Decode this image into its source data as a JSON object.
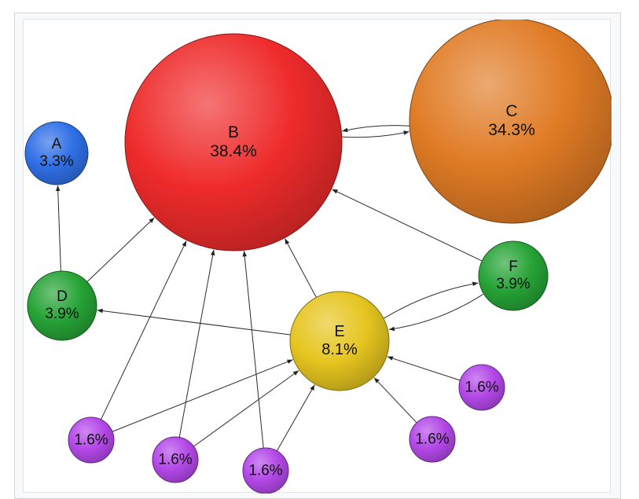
{
  "nodes": [
    {
      "id": "A",
      "label": "A",
      "value": "3.3%",
      "color": "#2f6fe6"
    },
    {
      "id": "B",
      "label": "B",
      "value": "38.4%",
      "color": "#ef2b2b"
    },
    {
      "id": "C",
      "label": "C",
      "value": "34.3%",
      "color": "#e07b25"
    },
    {
      "id": "D",
      "label": "D",
      "value": "3.9%",
      "color": "#26a336"
    },
    {
      "id": "E",
      "label": "E",
      "value": "8.1%",
      "color": "#e6c51f"
    },
    {
      "id": "F",
      "label": "F",
      "value": "3.9%",
      "color": "#26a336"
    },
    {
      "id": "P1",
      "label": "",
      "value": "1.6%",
      "color": "#b348e8"
    },
    {
      "id": "P2",
      "label": "",
      "value": "1.6%",
      "color": "#b348e8"
    },
    {
      "id": "P3",
      "label": "",
      "value": "1.6%",
      "color": "#b348e8"
    },
    {
      "id": "P4",
      "label": "",
      "value": "1.6%",
      "color": "#b348e8"
    },
    {
      "id": "P5",
      "label": "",
      "value": "1.6%",
      "color": "#b348e8"
    }
  ],
  "edges": [
    {
      "from": "B",
      "to": "C"
    },
    {
      "from": "C",
      "to": "B"
    },
    {
      "from": "D",
      "to": "A"
    },
    {
      "from": "D",
      "to": "B"
    },
    {
      "from": "E",
      "to": "B"
    },
    {
      "from": "E",
      "to": "D"
    },
    {
      "from": "E",
      "to": "F"
    },
    {
      "from": "F",
      "to": "E"
    },
    {
      "from": "F",
      "to": "B"
    },
    {
      "from": "P1",
      "to": "B"
    },
    {
      "from": "P1",
      "to": "E"
    },
    {
      "from": "P2",
      "to": "B"
    },
    {
      "from": "P2",
      "to": "E"
    },
    {
      "from": "P3",
      "to": "B"
    },
    {
      "from": "P3",
      "to": "E"
    },
    {
      "from": "P4",
      "to": "E"
    },
    {
      "from": "P5",
      "to": "E"
    }
  ]
}
